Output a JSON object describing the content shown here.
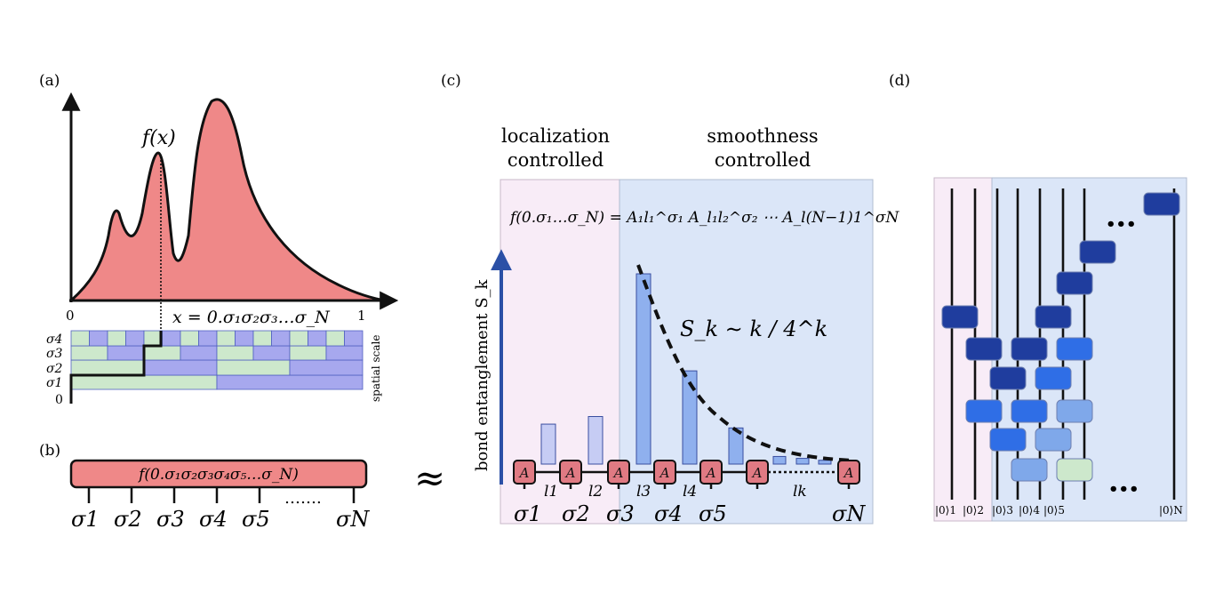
{
  "panels": {
    "a": {
      "label": "(a)",
      "function_label": "f(x)",
      "axis_start": "0",
      "axis_end": "1",
      "binary_expansion": "x = 0.σ₁σ₂σ₃…σ_N",
      "scale_rows": [
        "σ4",
        "σ3",
        "σ2",
        "σ1"
      ],
      "scale_origin": "0",
      "scale_caption": "spatial scale"
    },
    "b": {
      "label": "(b)",
      "tensor_label": "f(0.σ₁σ₂σ₃σ₄σ₅…σ_N)",
      "legs": [
        "σ1",
        "σ2",
        "σ3",
        "σ4",
        "σ5",
        "σN"
      ],
      "dots": "……."
    },
    "approx_symbol": "≈",
    "c": {
      "label": "(c)",
      "left_heading_line1": "localization",
      "left_heading_line2": "controlled",
      "right_heading_line1": "smoothness",
      "right_heading_line2": "controlled",
      "mps_formula": "f(0.σ₁…σ_N) = A₁l₁^σ₁ A_l₁l₂^σ₂ ⋯ A_l(N−1)1^σN",
      "y_axis_label": "bond entanglement S_k",
      "decay_law": "S_k ∼ k / 4^k",
      "tensor_symbol": "A",
      "bond_labels": [
        "l1",
        "l2",
        "l3",
        "l4",
        "lk"
      ],
      "site_labels": [
        "σ1",
        "σ2",
        "σ3",
        "σ4",
        "σ5",
        "σN"
      ],
      "bar_heights_relative": [
        0.21,
        0.25,
        1.0,
        0.49,
        0.19,
        0.04,
        0.03,
        0.02
      ]
    },
    "d": {
      "label": "(d)",
      "kets": [
        "|0⟩1",
        "|0⟩2",
        "|0⟩3",
        "|0⟩4",
        "|0⟩5",
        "|0⟩N"
      ],
      "dots": "•••"
    }
  },
  "colors": {
    "pink_fill": "#ef8888",
    "tensor_pink": "#e07a83",
    "localization_bg": "#f8ecf7",
    "smoothness_bg": "#dbe6f8",
    "green": "#cde8cc",
    "purple": "#a7a8ee",
    "arrow_blue": "#2b50a6",
    "gate_dark": "#1f3d9e",
    "gate_mid": "#2f6ee6",
    "gate_light": "#7fa8ea"
  }
}
